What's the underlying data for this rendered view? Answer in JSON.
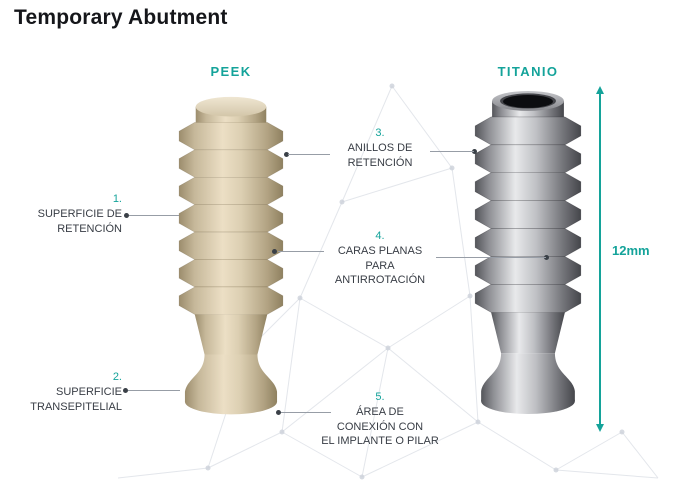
{
  "title": "Temporary Abutment",
  "columns": [
    {
      "id": "peek",
      "label": "PEEK"
    },
    {
      "id": "titanio",
      "label": "TITANIO"
    }
  ],
  "callouts": [
    {
      "number": "1.",
      "label": "SUPERFICIE DE\nRETENCIÓN"
    },
    {
      "number": "2.",
      "label": "SUPERFICIE\nTRANSEPITELIAL"
    },
    {
      "number": "3.",
      "label": "ANILLOS DE\nRETENCIÓN"
    },
    {
      "number": "4.",
      "label": "CARAS PLANAS\nPARA\nANTIRROTACIÓN"
    },
    {
      "number": "5.",
      "label": "ÁREA DE\nCONEXIÓN CON\nEL IMPLANTE O PILAR"
    }
  ],
  "measurement": {
    "label": "12mm"
  },
  "colors": {
    "accent_teal": "#14a39a",
    "callout_text": "#383d45",
    "leader_line": "#979da6",
    "leader_dot": "#3a4047",
    "peek_body": "#cdbfa4",
    "titanium_body": "#9b9ca1",
    "background": "#ffffff",
    "mesh": "#ccd1da"
  }
}
